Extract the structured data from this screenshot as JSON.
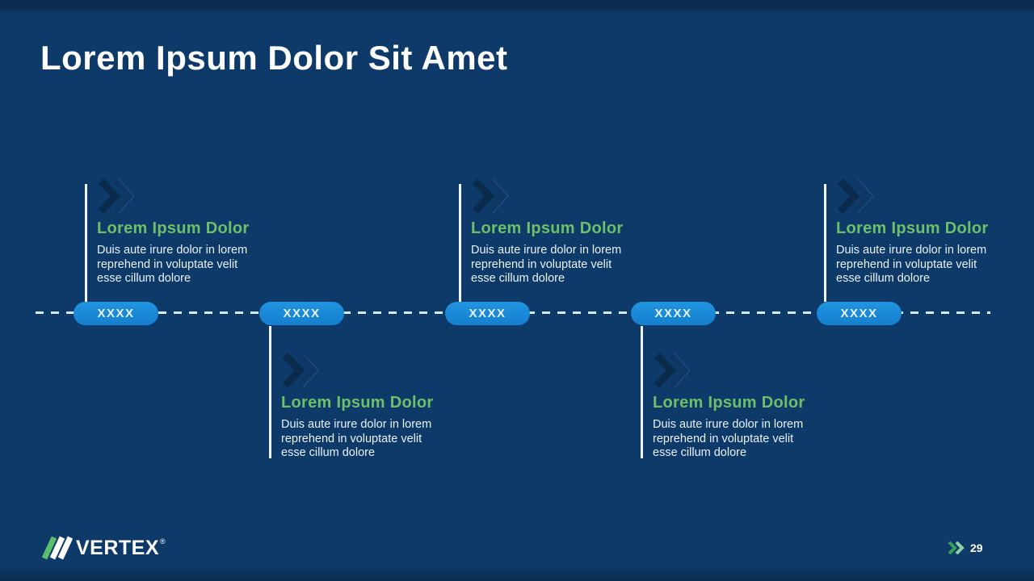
{
  "title": "Lorem Ipsum Dolor Sit Amet",
  "blocks": [
    {
      "heading": "Lorem Ipsum Dolor",
      "body_lines": [
        "Duis aute irure dolor in lorem",
        "reprehend in voluptate velit",
        "esse cillum dolore"
      ]
    },
    {
      "heading": "Lorem Ipsum Dolor",
      "body_lines": [
        "Duis aute irure dolor in lorem",
        "reprehend in voluptate velit",
        "esse cillum dolore"
      ]
    },
    {
      "heading": "Lorem Ipsum Dolor",
      "body_lines": [
        "Duis aute irure dolor in lorem",
        "reprehend in voluptate velit",
        "esse cillum dolore"
      ]
    },
    {
      "heading": "Lorem Ipsum Dolor",
      "body_lines": [
        "Duis aute irure dolor in lorem",
        "reprehend in voluptate velit",
        "esse cillum dolore"
      ]
    },
    {
      "heading": "Lorem Ipsum Dolor",
      "body_lines": [
        "Duis aute irure dolor in lorem",
        "reprehend in voluptate velit",
        "esse cillum dolore"
      ]
    }
  ],
  "timeline": {
    "labels": [
      "XXXX",
      "XXXX",
      "XXXX",
      "XXXX",
      "XXXX"
    ]
  },
  "footer": {
    "brand": "VERTEX",
    "registered_mark": "®",
    "page_number": "29"
  },
  "colors": {
    "background": "#0d3a68",
    "edge_band": "#092c4f",
    "pill_blue": "#1a86d6",
    "heading_green": "#6dbf69",
    "body_text": "#e9f1f8",
    "connector_line": "#eef5fb",
    "dash": "#d9e9f7",
    "watermark_chevron_dark": "#0a2b4c",
    "watermark_chevron_mid": "#103663",
    "footer_chevron_dark_green": "#35a05c",
    "footer_chevron_light_green": "#8fd0a4"
  }
}
